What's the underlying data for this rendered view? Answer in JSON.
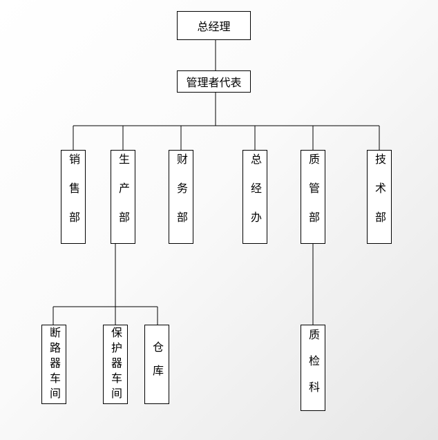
{
  "org": {
    "top": "总经理",
    "rep": "管理者代表",
    "dept_sales": "销售部",
    "dept_production": "生产部",
    "dept_finance": "财务部",
    "dept_office": "总经办",
    "dept_quality": "质管部",
    "dept_tech": "技术部",
    "sub_breaker": "断路器车间",
    "sub_protector": "保护器车间",
    "sub_warehouse": "仓库",
    "sub_qc": "质检科"
  }
}
